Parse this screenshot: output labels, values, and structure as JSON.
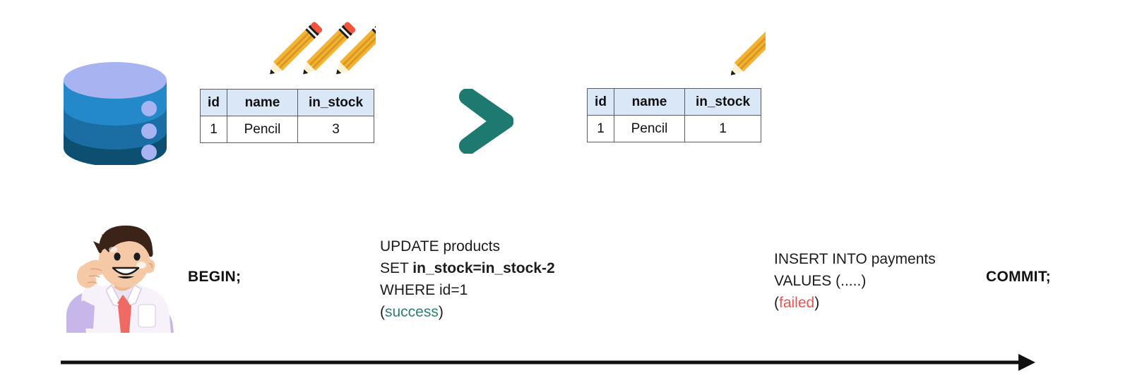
{
  "diagram": {
    "title": "Database transaction rollback illustration",
    "background_color": "#ffffff"
  },
  "database": {
    "icon_name": "database-cylinder-icon",
    "colors": {
      "top": "#a8b4f2",
      "band_1": "#2389c9",
      "band_2": "#1a6ea4",
      "band_3": "#0d4f70",
      "dot": "#a8b4f2"
    }
  },
  "tables": [
    {
      "id": "table-before",
      "name": "products-table-before",
      "columns": [
        "id",
        "name",
        "in_stock"
      ],
      "rows": [
        [
          "1",
          "Pencil",
          "3"
        ]
      ],
      "header_background": "#d9e7f7",
      "border_color": "#5c5c5c"
    },
    {
      "id": "table-after",
      "name": "products-table-after",
      "columns": [
        "id",
        "name",
        "in_stock"
      ],
      "rows": [
        [
          "1",
          "Pencil",
          "1"
        ]
      ],
      "header_background": "#d9e7f7",
      "border_color": "#5c5c5c"
    }
  ],
  "pencil_icons": {
    "group_before": {
      "name": "three-pencils-icon",
      "count": 3
    },
    "group_after": {
      "name": "one-pencil-icon",
      "count": 1
    },
    "colors": {
      "body": "#f5b335",
      "body_light": "#fbcf63",
      "stripe": "#d99820",
      "eraser": "#f4543c",
      "band": "#1c1c1c",
      "tip_wood": "#fdf3d4",
      "tip_lead": "#1c1c1c"
    }
  },
  "chevron": {
    "name": "chevron-right-icon",
    "color": "#1e7a70"
  },
  "person": {
    "name": "person-pointing-self-illustration",
    "colors": {
      "hair": "#3b2318",
      "skin": "#f5c9a5",
      "shirt": "#f7f1fa",
      "sleeve": "#c7b6ea",
      "tie": "#ef6a63",
      "collar_line": "#d8cbe8"
    }
  },
  "timeline": {
    "axis_name": "timeline-axis",
    "axis_color": "#111111",
    "events": [
      {
        "id": "begin",
        "label": "BEGIN;",
        "bold": true
      },
      {
        "id": "update",
        "lines": [
          {
            "segments": [
              {
                "text": "UPDATE products",
                "bold": false,
                "color": "default"
              }
            ]
          },
          {
            "segments": [
              {
                "text": "SET ",
                "bold": false,
                "color": "default"
              },
              {
                "text": "in_stock=in_stock-2",
                "bold": true,
                "color": "default"
              }
            ]
          },
          {
            "segments": [
              {
                "text": "WHERE id=1",
                "bold": false,
                "color": "default"
              }
            ]
          },
          {
            "segments": [
              {
                "text": "(",
                "bold": false,
                "color": "default"
              },
              {
                "text": "success",
                "bold": false,
                "color": "#2f7d74"
              },
              {
                "text": ")",
                "bold": false,
                "color": "default"
              }
            ]
          }
        ],
        "line_1": "UPDATE products",
        "line_2_prefix": "SET ",
        "line_2_bold": "in_stock=in_stock-2",
        "line_3": "WHERE id=1",
        "status_open_paren": "(",
        "status_text": "success",
        "status_close_paren": ")",
        "status_color": "#2f7d74"
      },
      {
        "id": "insert",
        "lines": [
          {
            "segments": [
              {
                "text": "INSERT INTO payments",
                "bold": false,
                "color": "default"
              }
            ]
          },
          {
            "segments": [
              {
                "text": "VALUES (.....)",
                "bold": false,
                "color": "default"
              }
            ]
          },
          {
            "segments": [
              {
                "text": "(",
                "bold": false,
                "color": "default"
              },
              {
                "text": "failed",
                "bold": false,
                "color": "#ef5350"
              },
              {
                "text": ")",
                "bold": false,
                "color": "default"
              }
            ]
          }
        ],
        "line_1": "INSERT INTO payments",
        "line_2": "VALUES (.....)",
        "status_open_paren": "(",
        "status_text": "failed",
        "status_close_paren": ")",
        "status_color": "#ef5350"
      },
      {
        "id": "commit",
        "label": "COMMIT;",
        "bold": true
      }
    ]
  }
}
